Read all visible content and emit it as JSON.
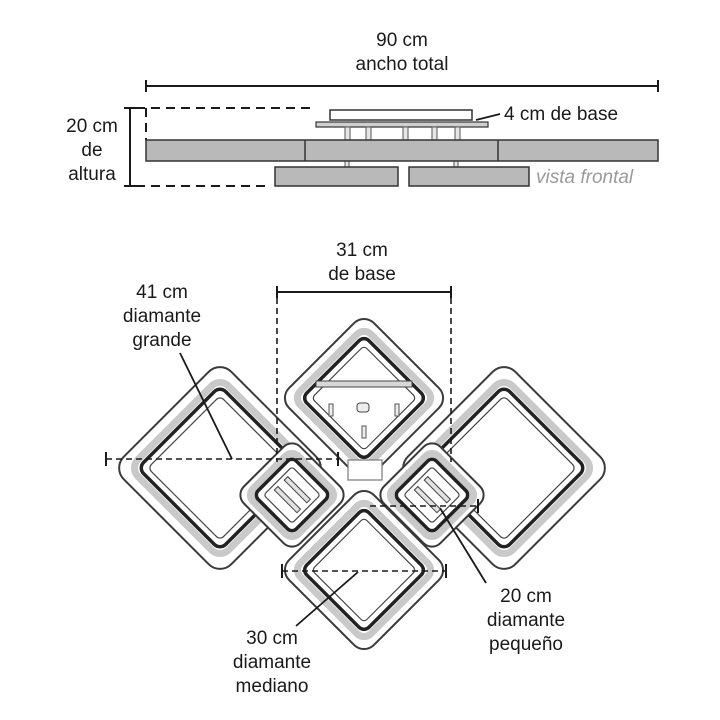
{
  "front_view": {
    "total_width": "90 cm",
    "total_width_caption": "ancho total",
    "height_value": "20 cm",
    "height_line2": "de",
    "height_line3": "altura",
    "base": "4 cm de base",
    "view_caption": "vista frontal"
  },
  "top_view": {
    "base_value": "31 cm",
    "base_caption": "de base",
    "large_value": "41 cm",
    "large_line2": "diamante",
    "large_line3": "grande",
    "small_value": "20 cm",
    "small_line2": "diamante",
    "small_line3": "pequeño",
    "medium_value": "30 cm",
    "medium_line2": "diamante",
    "medium_line3": "mediano"
  }
}
